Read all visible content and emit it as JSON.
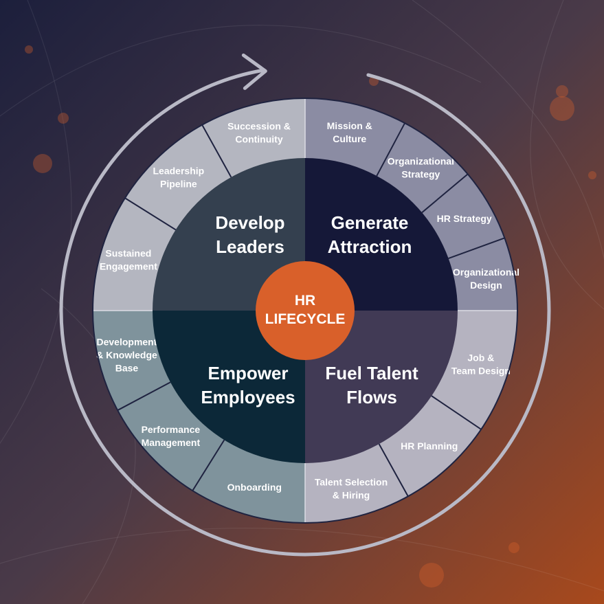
{
  "center": {
    "line1": "HR",
    "line2": "LIFECYCLE"
  },
  "quadrants": [
    {
      "id": "generate",
      "line1": "Generate",
      "line2": "Attraction"
    },
    {
      "id": "fuel",
      "line1": "Fuel Talent",
      "line2": "Flows"
    },
    {
      "id": "empower",
      "line1": "Empower",
      "line2": "Employees"
    },
    {
      "id": "develop",
      "line1": "Develop",
      "line2": "Leaders"
    }
  ],
  "outer_segments": {
    "generate": [
      {
        "lines": [
          "Mission &",
          "Culture"
        ]
      },
      {
        "lines": [
          "Organizational",
          "Strategy"
        ]
      },
      {
        "lines": [
          "HR  Strategy"
        ]
      },
      {
        "lines": [
          "Organizational",
          "Design"
        ]
      }
    ],
    "fuel": [
      {
        "lines": [
          "Job &",
          "Team Design"
        ]
      },
      {
        "lines": [
          "HR Planning"
        ]
      },
      {
        "lines": [
          "Talent Selection",
          "& Hiring"
        ]
      }
    ],
    "empower": [
      {
        "lines": [
          "Onboarding"
        ]
      },
      {
        "lines": [
          "Performance",
          "Management"
        ]
      },
      {
        "lines": [
          "Development",
          "& Knowledge",
          "Base"
        ]
      }
    ],
    "develop": [
      {
        "lines": [
          "Sustained",
          "Engagement"
        ]
      },
      {
        "lines": [
          "Leadership",
          "Pipeline"
        ]
      },
      {
        "lines": [
          "Succession &",
          "Continuity"
        ]
      }
    ]
  },
  "colors": {
    "bg_dark": "#2a2a45",
    "bg_warm": "#a0461e",
    "accent_orange": "#d9602a",
    "ring_line": "#b9b9c6",
    "divider": "#1f2340",
    "generate_inner": "#151838",
    "generate_outer": "#8b8ca3",
    "fuel_inner": "#413a55",
    "fuel_outer": "#b5b3c0",
    "empower_inner": "#0c2838",
    "empower_outer": "#7f939c",
    "develop_inner": "#34404f",
    "develop_outer": "#b4b6c0",
    "text_light": "#ffffff"
  }
}
